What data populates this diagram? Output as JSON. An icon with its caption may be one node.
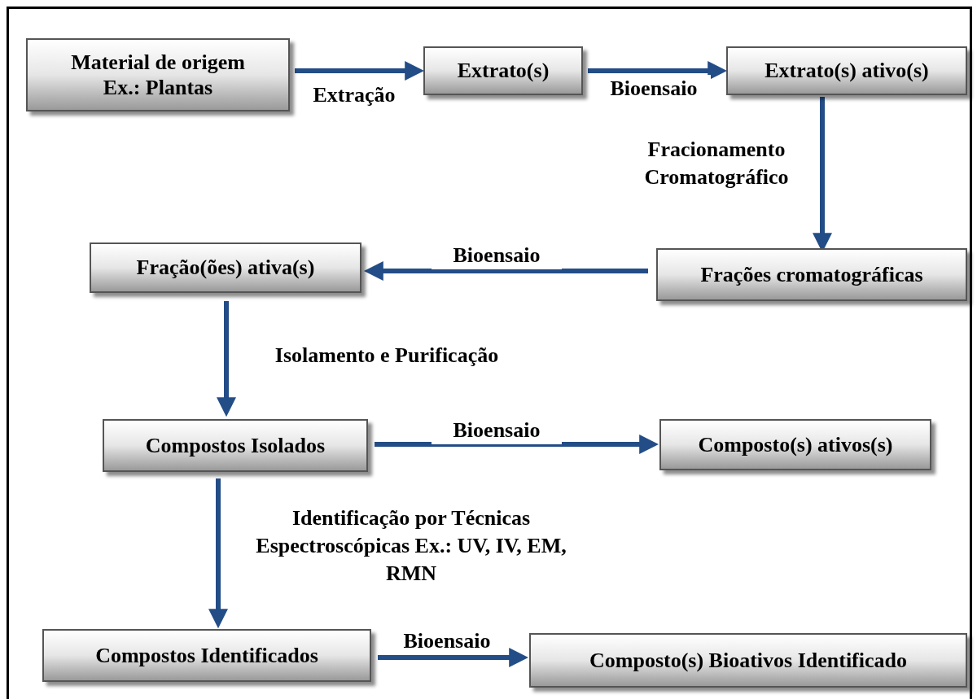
{
  "diagram": {
    "nodes": [
      {
        "text": [
          "Material de origem",
          "Ex.: Plantas"
        ]
      },
      {
        "text": [
          "Extrato(s)"
        ]
      },
      {
        "text": [
          "Extrato(s) ativo(s)"
        ]
      },
      {
        "text": [
          "Frações cromatográficas"
        ]
      },
      {
        "text": [
          "Fração(ões) ativa(s)"
        ]
      },
      {
        "text": [
          "Compostos Isolados"
        ]
      },
      {
        "text": [
          "Composto(s) ativos(s)"
        ]
      },
      {
        "text": [
          "Compostos Identificados"
        ]
      },
      {
        "text": [
          "Composto(s) Bioativos Identificado"
        ]
      }
    ],
    "edges": [
      {
        "from": 0,
        "to": 1,
        "arrow": "to",
        "label": "Extração"
      },
      {
        "from": 1,
        "to": 2,
        "arrow": "to",
        "label": "Bioensaio"
      },
      {
        "from": 2,
        "to": 3,
        "arrow": "to",
        "label": "Fracionamento Cromatográfico"
      },
      {
        "from": 3,
        "to": 4,
        "arrow": "to",
        "label": "Bioensaio"
      },
      {
        "from": 4,
        "to": 5,
        "arrow": "to",
        "label": "Isolamento e Purificação"
      },
      {
        "from": 5,
        "to": 6,
        "arrow": "to",
        "label": "Bioensaio"
      },
      {
        "from": 5,
        "to": 7,
        "arrow": "to",
        "label": "Identificação por Técnicas Espectroscópicas Ex.: UV, IV, EM, RMN"
      },
      {
        "from": 7,
        "to": 8,
        "arrow": "to",
        "label": "Bioensaio"
      }
    ]
  }
}
